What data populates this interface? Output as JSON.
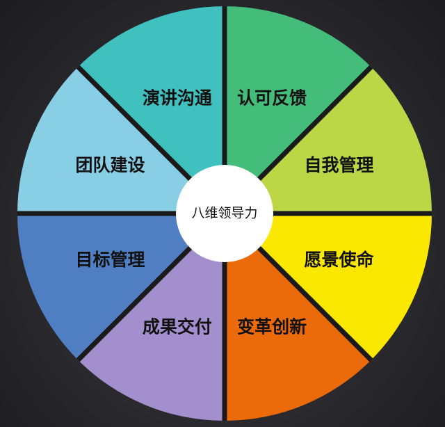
{
  "diagram": {
    "center_label": "八维领导力",
    "segments": [
      {
        "label": "认可反馈",
        "color": "#45bd7a"
      },
      {
        "label": "自我管理",
        "color": "#bcd646"
      },
      {
        "label": "愿景使命",
        "color": "#fbe800"
      },
      {
        "label": "变革创新",
        "color": "#eb6a0a"
      },
      {
        "label": "成果交付",
        "color": "#a48fce"
      },
      {
        "label": "目标管理",
        "color": "#4f7fc2"
      },
      {
        "label": "团队建设",
        "color": "#88cfe6"
      },
      {
        "label": "演讲沟通",
        "color": "#40c1bf"
      }
    ],
    "divider_color": "#1a1a1a",
    "center_fill": "#ffffff"
  }
}
